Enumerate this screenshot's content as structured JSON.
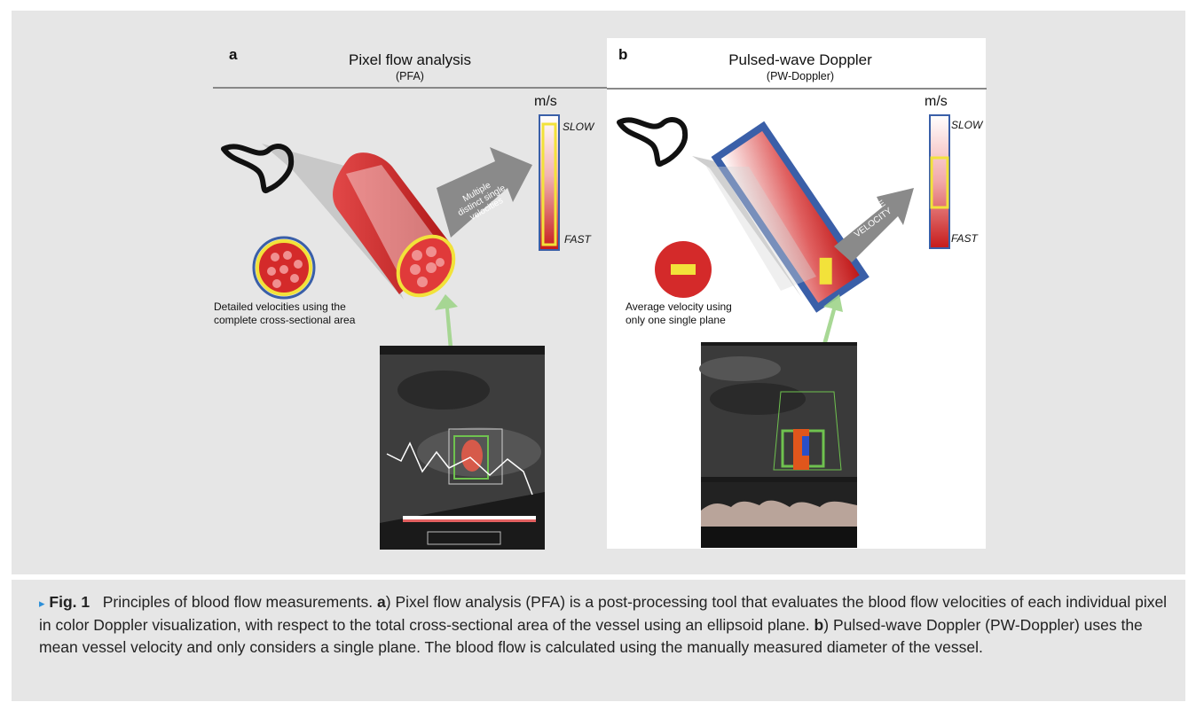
{
  "panel_a": {
    "letter": "a",
    "title": "Pixel flow analysis",
    "subtitle": "(PFA)",
    "unit": "m/s",
    "slow": "SLOW",
    "fast": "FAST",
    "arrow_line1": "Multiple",
    "arrow_line2": "distinct single",
    "arrow_line3": "velocities",
    "desc_line1": "Detailed velocities using the",
    "desc_line2": "complete cross-sectional area"
  },
  "panel_b": {
    "letter": "b",
    "title": "Pulsed-wave Doppler",
    "subtitle": "(PW-Doppler)",
    "unit": "m/s",
    "slow": "SLOW",
    "fast": "FAST",
    "arrow_line1": "AVERAGE",
    "arrow_line2": "VELOCITY",
    "desc_line1": "Average velocity using",
    "desc_line2": "only one single plane"
  },
  "caption": {
    "label": "Fig. 1",
    "lead": "Principles of blood flow measurements.",
    "a_marker": "a",
    "a_text": ") Pixel flow analysis (PFA) is a post-processing tool that evaluates the blood flow velocities of each individual pixel in color Doppler visualization, with respect to the total cross-sectional area of the vessel using an ellipsoid plane.",
    "b_marker": "b",
    "b_text": ") Pulsed-wave Doppler (PW-Doppler) uses the mean vessel velocity and only considers a single plane. The blood flow is calculated using the manually measured diameter of the vessel."
  },
  "colors": {
    "vessel_red": "#d42a2a",
    "highlight_yellow": "#f2e23a",
    "frame_blue": "#3a5fa8",
    "arrow_gray": "#8a8a8a",
    "pointer_green": "#9fd48a",
    "caption_marker": "#2c8fd8"
  }
}
